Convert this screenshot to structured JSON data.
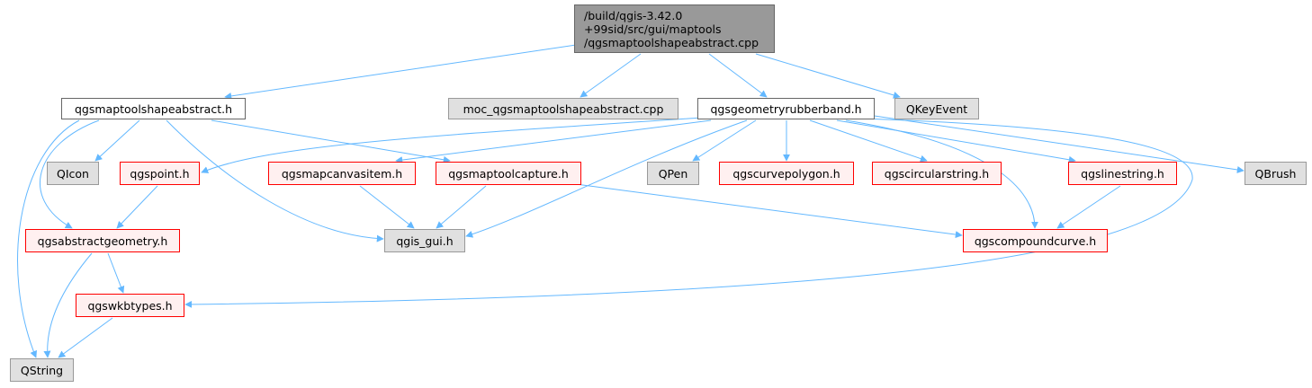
{
  "diagram": {
    "root": {
      "lines": [
        "/build/qgis-3.42.0",
        "+99sid/src/gui/maptools",
        "/qgsmaptoolshapeabstract.cpp"
      ]
    },
    "nodes": {
      "shapeabstract_h": "qgsmaptoolshapeabstract.h",
      "moc_cpp": "moc_qgsmaptoolshapeabstract.cpp",
      "rubberband_h": "qgsgeometryrubberband.h",
      "qkeyevent": "QKeyEvent",
      "qicon": "QIcon",
      "qgspoint_h": "qgspoint.h",
      "mapcanvasitem_h": "qgsmapcanvasitem.h",
      "maptoolcapture_h": "qgsmaptoolcapture.h",
      "qpen": "QPen",
      "curvepolygon_h": "qgscurvepolygon.h",
      "circularstring_h": "qgscircularstring.h",
      "linestring_h": "qgslinestring.h",
      "qbrush": "QBrush",
      "abstractgeometry_h": "qgsabstractgeometry.h",
      "qgis_gui_h": "qgis_gui.h",
      "compoundcurve_h": "qgscompoundcurve.h",
      "wkbtypes_h": "qgswkbtypes.h",
      "qstring": "QString"
    },
    "colors": {
      "edge": "#63b8ff",
      "project_node_fill": "#fff0f0",
      "project_node_border": "#ff0000",
      "external_node_fill": "#e0e0e0",
      "external_node_border": "#999999",
      "root_fill": "#999999"
    }
  }
}
